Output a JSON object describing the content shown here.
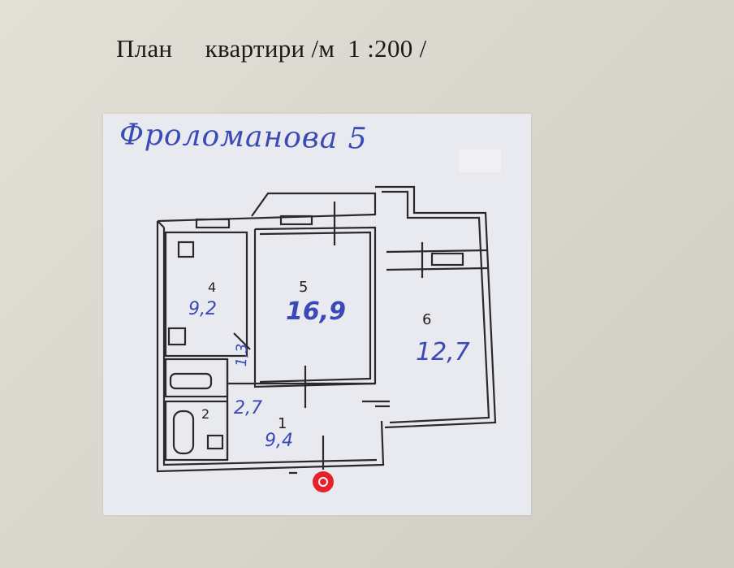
{
  "document": {
    "heading": "План     квартири /м  1 :200 /",
    "handwritten_address": "Фроломанова 5"
  },
  "rooms": [
    {
      "id": "1",
      "number": "1",
      "area": "9,4"
    },
    {
      "id": "2",
      "number": "2",
      "area": "2,7"
    },
    {
      "id": "3",
      "number": "",
      "area": "1,3"
    },
    {
      "id": "4",
      "number": "4",
      "area": "9,2"
    },
    {
      "id": "5",
      "number": "5",
      "area": "16,9"
    },
    {
      "id": "6",
      "number": "6",
      "area": "12,7"
    }
  ],
  "colors": {
    "ink": "#1b1b1b",
    "handwriting": "#3b4bb5",
    "marker": "#e8202a"
  }
}
